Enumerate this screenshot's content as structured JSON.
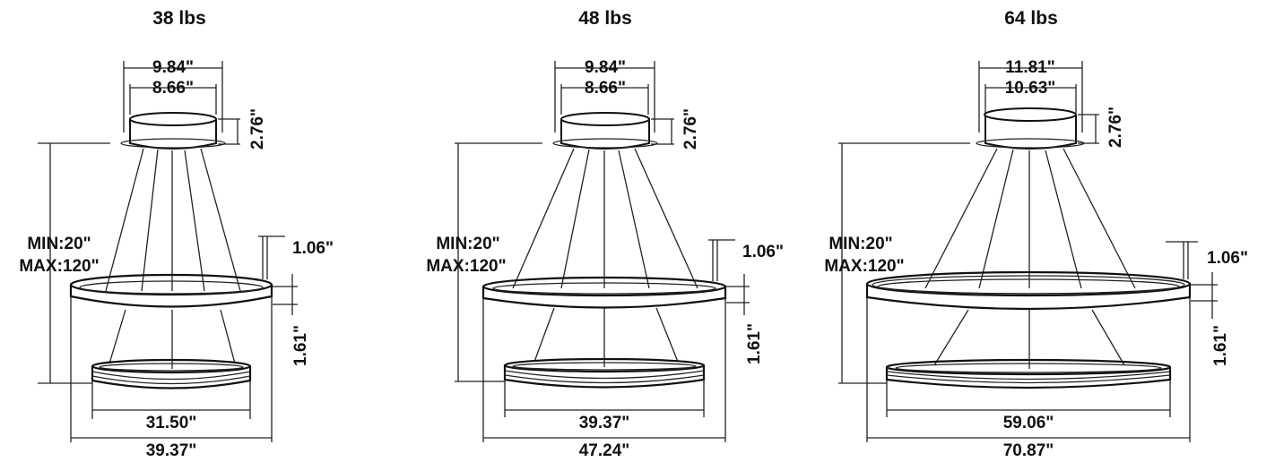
{
  "figures": [
    {
      "weight": "38 lbs",
      "canopy_outer": "9.84\"",
      "canopy_inner": "8.66\"",
      "canopy_height": "2.76\"",
      "min_height": "MIN:20\"",
      "max_height": "MAX:120\"",
      "ring_thickness": "1.06\"",
      "ring_gap": "1.61\"",
      "small_ring": "31.50\"",
      "large_ring": "39.37\""
    },
    {
      "weight": "48 lbs",
      "canopy_outer": "9.84\"",
      "canopy_inner": "8.66\"",
      "canopy_height": "2.76\"",
      "min_height": "MIN:20\"",
      "max_height": "MAX:120\"",
      "ring_thickness": "1.06\"",
      "ring_gap": "1.61\"",
      "small_ring": "39.37\"",
      "large_ring": "47.24\""
    },
    {
      "weight": "64 lbs",
      "canopy_outer": "11.81\"",
      "canopy_inner": "10.63\"",
      "canopy_height": "2.76\"",
      "min_height": "MIN:20\"",
      "max_height": "MAX:120\"",
      "ring_thickness": "1.06\"",
      "ring_gap": "1.61\"",
      "small_ring": "59.06\"",
      "large_ring": "70.87\""
    }
  ]
}
